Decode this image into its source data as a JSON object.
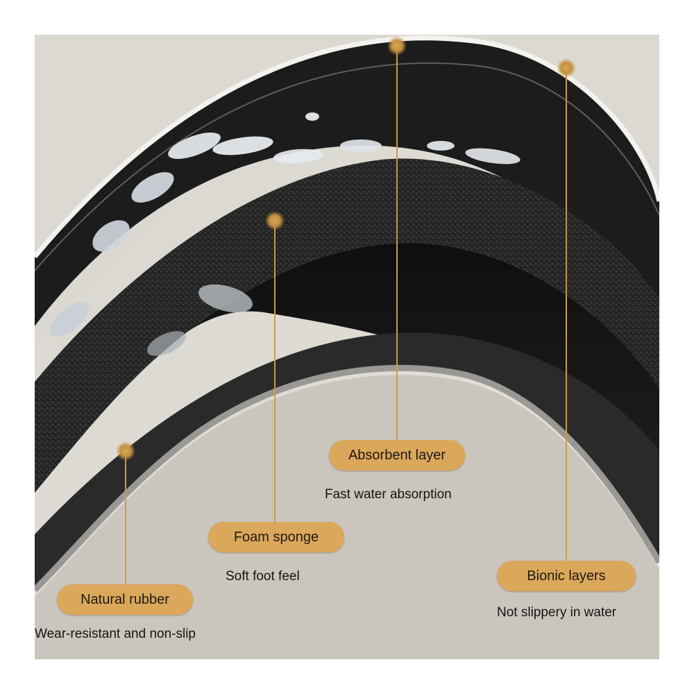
{
  "layers": [
    {
      "label": "Absorbent layer",
      "description": "Fast water absorption"
    },
    {
      "label": "Bionic layers",
      "description": "Not slippery in water"
    },
    {
      "label": "Foam sponge",
      "description": "Soft foot feel"
    },
    {
      "label": "Natural rubber",
      "description": "Wear-resistant and non-slip"
    }
  ],
  "colors": {
    "pill": "#dba75a",
    "marker": "#c4903f",
    "leader_line": "#c99a4e",
    "foam": "#232323",
    "dark_layer": "#141414",
    "rubber": "#c9c4ba",
    "background_surface": "#dedad3"
  }
}
